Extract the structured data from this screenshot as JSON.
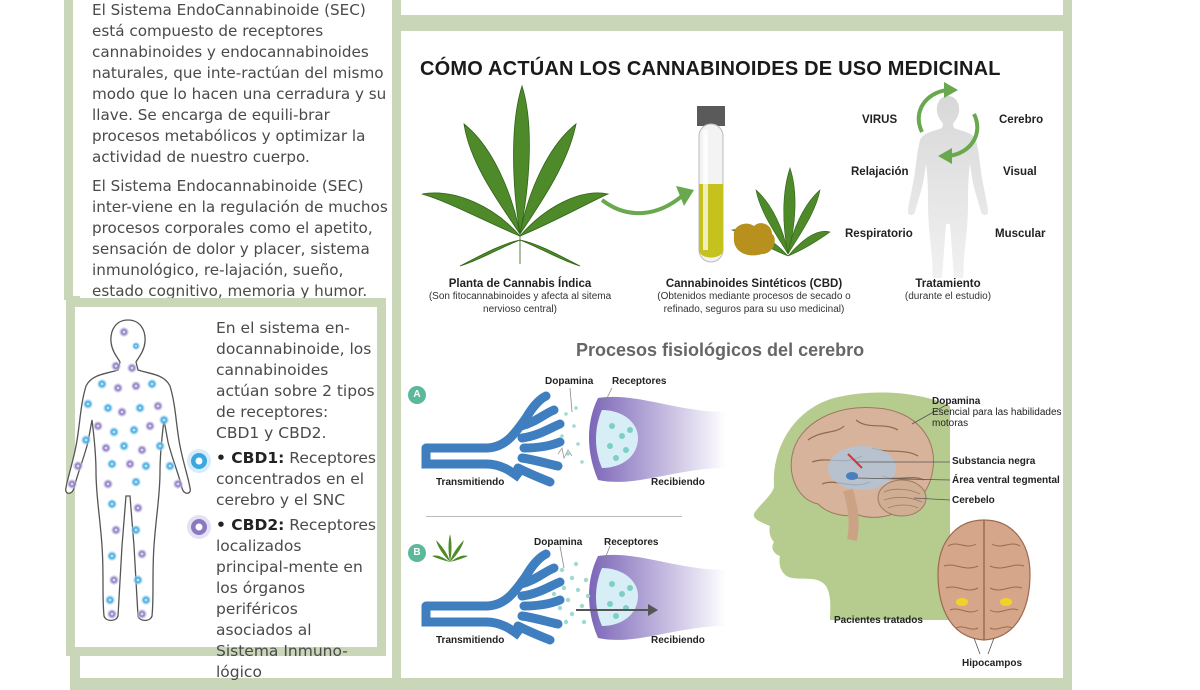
{
  "intro": {
    "p1": "El Sistema EndoCannabinoide (SEC) está compuesto de receptores cannabinoides y endocannabinoides naturales, que inte-ractúan del mismo modo que lo hacen una cerradura y su llave. Se encarga de equili-brar procesos metabólicos y optimizar la actividad de nuestro cuerpo.",
    "p2": "El Sistema Endocannabinoide (SEC) inter-viene en la regulación de muchos procesos corporales como el apetito, sensación de dolor y placer, sistema inmunológico, re-lajación, sueño, estado cognitivo, memoria y humor."
  },
  "receptors": {
    "intro": "En el sistema en-docannabinoide, los cannabinoides actúan sobre 2 tipos de receptores: CBD1 y CBD2.",
    "cbd1_label": "• CBD1:",
    "cbd1_text": " Receptores concentrados en el cerebro y el SNC",
    "cbd2_label": "• CBD2:",
    "cbd2_text": " Receptores localizados principal-mente en los órganos periféricos asociados al Sistema Inmuno-lógico",
    "colors": {
      "cbd1": "#3aa7e0",
      "cbd2": "#8a78c0"
    }
  },
  "main": {
    "title": "CÓMO ACTÚAN LOS CANNABINOIDES DE USO MEDICINAL",
    "plant_title": "Planta de Cannabis Índica",
    "plant_sub": "(Son fitocannabinoides y afecta al sitema nervioso central)",
    "synth_title": "Cannabinoides Sintéticos (CBD)",
    "synth_sub": "(Obtenidos mediante procesos de secado o refinado, seguros para su uso medicinal)",
    "treat_title": "Tratamiento",
    "treat_sub": "(durante el estudio)",
    "body_labels": [
      "VIRUS",
      "Cerebro",
      "Relajación",
      "Visual",
      "Respiratorio",
      "Muscular"
    ]
  },
  "process": {
    "title": "Procesos fisiológicos del cerebro",
    "a": {
      "badge": "A",
      "dopamina": "Dopamina",
      "receptores": "Receptores",
      "trans": "Transmitiendo",
      "recib": "Recibiendo"
    },
    "b": {
      "badge": "B",
      "dopamina": "Dopamina",
      "receptores": "Receptores",
      "trans": "Transmitiendo",
      "recib": "Recibiendo"
    }
  },
  "brain": {
    "dopamina": "Dopamina",
    "dopamina_sub": "Esencial para las habilidades motoras",
    "substancia": "Substancia negra",
    "area": "Área ventral tegmental",
    "cerebelo": "Cerebelo",
    "pacientes": "Pacientes tratados",
    "hipocampos": "Hipocampos"
  }
}
